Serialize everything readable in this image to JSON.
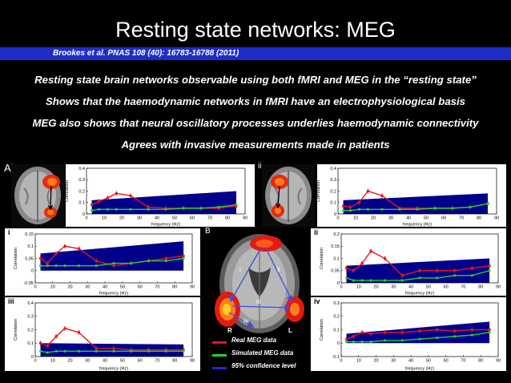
{
  "slide": {
    "title": "Resting state networks: MEG",
    "citation": "Brookes et al. PNAS 108 (40): 16783-16788 (2011)",
    "bullets": [
      "Resting state brain networks observable using both fMRI and MEG in the “resting state”",
      "Shows that the haemodynamic networks in fMRI have an electrophysiological basis",
      "MEG also shows that neural oscillatory processes underlies haemodynamic connectivity",
      "Agrees with invasive measurements made in patients"
    ]
  },
  "labels": {
    "Ai": "Ai",
    "Aii": "ii",
    "B": "B",
    "Bi": "i",
    "Bii": "ii",
    "Biii": "iii",
    "Biv": "iv",
    "brain_i": "i",
    "brain_ii": "ii",
    "brain_iii": "iii",
    "brain_iv": "iv",
    "brain_R": "R",
    "brain_L": "L"
  },
  "legend": {
    "real": "Real MEG data",
    "sim": "Simulated MEG data",
    "conf": "95% confidence level"
  },
  "colors": {
    "background": "#000000",
    "citation_bar": "#1f2dc8",
    "real": "#e8151b",
    "simulated": "#22d427",
    "confidence": "#00008b",
    "arrow": "#3d4fe0"
  },
  "chart_data": [
    {
      "id": "Ai",
      "type": "line",
      "xlabel": "frequency (Hz)",
      "ylabel": "Correlation",
      "xlim": [
        0,
        90
      ],
      "ylim": [
        0,
        0.4
      ],
      "xticks": [
        0,
        10,
        20,
        30,
        40,
        50,
        60,
        70,
        80,
        90
      ],
      "yticks": [
        0,
        0.1,
        0.2,
        0.3,
        0.4
      ],
      "x": [
        3,
        7,
        12,
        17,
        25,
        35,
        45,
        55,
        65,
        75,
        85
      ],
      "series": [
        {
          "name": "Real MEG data",
          "color": "#e8151b",
          "values": [
            0.08,
            0.11,
            0.14,
            0.18,
            0.16,
            0.06,
            0.05,
            0.05,
            0.05,
            0.05,
            0.07
          ]
        },
        {
          "name": "Simulated MEG data",
          "color": "#22d427",
          "values": [
            0.03,
            0.04,
            0.04,
            0.04,
            0.04,
            0.04,
            0.04,
            0.05,
            0.05,
            0.06,
            0.08
          ]
        }
      ],
      "confidence": {
        "x": [
          3,
          85
        ],
        "values": [
          0.12,
          0.2
        ]
      }
    },
    {
      "id": "Aii",
      "type": "line",
      "xlabel": "frequency (Hz)",
      "ylabel": "Correlation",
      "xlim": [
        0,
        90
      ],
      "ylim": [
        0,
        0.4
      ],
      "xticks": [
        0,
        10,
        20,
        30,
        40,
        50,
        60,
        70,
        80,
        90
      ],
      "yticks": [
        0,
        0.1,
        0.2,
        0.3,
        0.4
      ],
      "x": [
        3,
        7,
        12,
        17,
        25,
        35,
        45,
        55,
        65,
        75,
        85
      ],
      "series": [
        {
          "name": "Real MEG data",
          "color": "#e8151b",
          "values": [
            0.07,
            0.06,
            0.1,
            0.2,
            0.16,
            0.05,
            0.05,
            0.05,
            0.05,
            0.06,
            0.09
          ]
        },
        {
          "name": "Simulated MEG data",
          "color": "#22d427",
          "values": [
            0.03,
            0.03,
            0.04,
            0.04,
            0.04,
            0.04,
            0.04,
            0.05,
            0.05,
            0.06,
            0.09
          ]
        }
      ],
      "confidence": {
        "x": [
          3,
          85
        ],
        "values": [
          0.12,
          0.18
        ]
      }
    },
    {
      "id": "Bi",
      "type": "line",
      "xlabel": "frequency (Hz)",
      "ylabel": "Correlation",
      "xlim": [
        0,
        90
      ],
      "ylim": [
        -0.05,
        0.15
      ],
      "xticks": [
        0,
        10,
        20,
        30,
        40,
        50,
        60,
        70,
        80,
        90
      ],
      "yticks": [
        -0.05,
        0,
        0.05,
        0.1,
        0.15
      ],
      "x": [
        3,
        7,
        12,
        17,
        25,
        35,
        45,
        55,
        65,
        75,
        85
      ],
      "series": [
        {
          "name": "Real MEG data",
          "color": "#e8151b",
          "values": [
            0.05,
            0.03,
            0.07,
            0.1,
            0.09,
            0.04,
            0.02,
            0.03,
            0.04,
            0.05,
            0.06
          ]
        },
        {
          "name": "Simulated MEG data",
          "color": "#22d427",
          "values": [
            0.02,
            0.02,
            0.02,
            0.02,
            0.02,
            0.02,
            0.03,
            0.03,
            0.04,
            0.04,
            0.05
          ]
        }
      ],
      "confidence": {
        "x": [
          3,
          85
        ],
        "values": [
          0.07,
          0.12
        ]
      }
    },
    {
      "id": "Bii",
      "type": "line",
      "xlabel": "frequency (Hz)",
      "ylabel": "Correlation",
      "xlim": [
        0,
        90
      ],
      "ylim": [
        0,
        0.2
      ],
      "xticks": [
        0,
        10,
        20,
        30,
        40,
        50,
        60,
        70,
        80,
        90
      ],
      "yticks": [
        0,
        0.05,
        0.1,
        0.15,
        0.2
      ],
      "x": [
        3,
        7,
        12,
        17,
        25,
        35,
        45,
        55,
        65,
        75,
        85
      ],
      "series": [
        {
          "name": "Real MEG data",
          "color": "#e8151b",
          "values": [
            0.06,
            0.05,
            0.08,
            0.13,
            0.1,
            0.03,
            0.05,
            0.05,
            0.05,
            0.06,
            0.07
          ]
        },
        {
          "name": "Simulated MEG data",
          "color": "#22d427",
          "values": [
            0.02,
            0.01,
            0.01,
            0.01,
            0.01,
            0.01,
            0.02,
            0.02,
            0.03,
            0.03,
            0.05
          ]
        }
      ],
      "confidence": {
        "x": [
          3,
          85
        ],
        "values": [
          0.07,
          0.1
        ]
      }
    },
    {
      "id": "Biii",
      "type": "line",
      "xlabel": "frequency (Hz)",
      "ylabel": "Correlation",
      "xlim": [
        0,
        90
      ],
      "ylim": [
        0,
        0.4
      ],
      "xticks": [
        0,
        10,
        20,
        30,
        40,
        50,
        60,
        70,
        80,
        90
      ],
      "yticks": [
        0,
        0.1,
        0.2,
        0.3,
        0.4
      ],
      "x": [
        3,
        7,
        12,
        17,
        25,
        35,
        45,
        55,
        65,
        75,
        85
      ],
      "series": [
        {
          "name": "Real MEG data",
          "color": "#e8151b",
          "values": [
            0.1,
            0.08,
            0.15,
            0.21,
            0.18,
            0.06,
            0.06,
            0.05,
            0.05,
            0.05,
            0.05
          ]
        },
        {
          "name": "Simulated MEG data",
          "color": "#22d427",
          "values": [
            0.04,
            0.03,
            0.04,
            0.04,
            0.04,
            0.04,
            0.04,
            0.04,
            0.04,
            0.04,
            0.04
          ]
        }
      ],
      "confidence": {
        "x": [
          3,
          85
        ],
        "values": [
          0.1,
          0.09
        ]
      }
    },
    {
      "id": "Biv",
      "type": "line",
      "xlabel": "frequency (Hz)",
      "ylabel": "Correlation",
      "xlim": [
        0,
        90
      ],
      "ylim": [
        -0.1,
        0.3
      ],
      "xticks": [
        0,
        10,
        20,
        30,
        40,
        50,
        60,
        70,
        80,
        90
      ],
      "yticks": [
        -0.1,
        0,
        0.1,
        0.2,
        0.3
      ],
      "x": [
        3,
        7,
        12,
        17,
        25,
        35,
        45,
        55,
        65,
        75,
        85
      ],
      "series": [
        {
          "name": "Real MEG data",
          "color": "#e8151b",
          "values": [
            0.03,
            0.05,
            0.08,
            0.07,
            0.08,
            0.08,
            0.09,
            0.1,
            0.09,
            0.1,
            0.1
          ]
        },
        {
          "name": "Simulated MEG data",
          "color": "#22d427",
          "values": [
            0.01,
            0.01,
            0.01,
            0.01,
            0.02,
            0.02,
            0.03,
            0.04,
            0.05,
            0.06,
            0.08
          ]
        }
      ],
      "confidence": {
        "x": [
          3,
          85
        ],
        "values": [
          0.07,
          0.16
        ]
      }
    }
  ]
}
